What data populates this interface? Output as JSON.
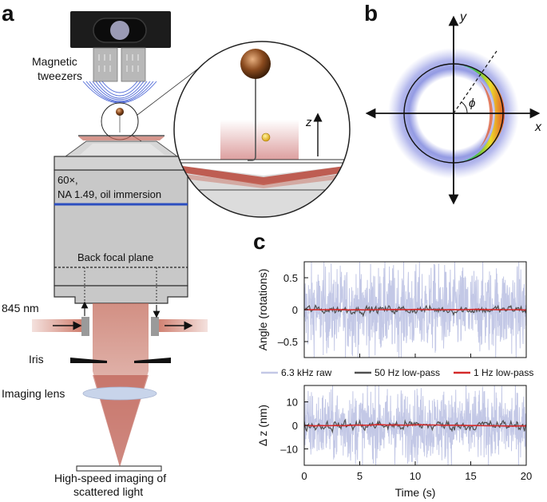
{
  "panels": {
    "a": {
      "letter": "a",
      "tweezers_label_line1": "Magnetic",
      "tweezers_label_line2": "tweezers",
      "z_axis_label": "z",
      "objective_line1": "60×,",
      "objective_line2": "NA 1.49, oil immersion",
      "back_focal_plane": "Back focal plane",
      "wavelength": "845 nm",
      "iris": "Iris",
      "imaging_lens": "Imaging lens",
      "camera_line1": "High-speed imaging of",
      "camera_line2": "scattered light"
    },
    "b": {
      "letter": "b",
      "x_label": "x",
      "y_label": "y",
      "angle_label": "ϕ"
    },
    "c": {
      "letter": "c",
      "top_ylabel": "Angle (rotations)",
      "bottom_ylabel": "Δ z (nm)",
      "xlabel": "Time (s)",
      "legend": [
        "6.3 kHz raw",
        "50 Hz low-pass",
        "1 Hz low-pass"
      ]
    }
  },
  "colors": {
    "raw": "#c3c8e6",
    "lowpass50": "#505050",
    "lowpass1": "#d42a2a",
    "objective_gray": "#c8c8c8",
    "laser": "#b5473a"
  },
  "chart_data": [
    {
      "type": "line",
      "title": "",
      "xlabel": "",
      "ylabel": "Angle (rotations)",
      "xlim": [
        0,
        20
      ],
      "ylim": [
        -0.75,
        0.75
      ],
      "yticks": [
        -0.5,
        0,
        0.5
      ],
      "ytick_labels": [
        "–0.5",
        "0",
        "0.5"
      ],
      "xticks": [
        0,
        5,
        10,
        15,
        20
      ],
      "show_xtick_labels": false,
      "series": [
        {
          "name": "6.3 kHz raw",
          "center": 0,
          "amplitude": 0.75
        },
        {
          "name": "50 Hz low-pass",
          "center": 0,
          "amplitude": 0.12
        },
        {
          "name": "1 Hz low-pass",
          "center": 0,
          "amplitude": 0.02
        }
      ]
    },
    {
      "type": "line",
      "title": "",
      "xlabel": "Time (s)",
      "ylabel": "Δ z (nm)",
      "xlim": [
        0,
        20
      ],
      "ylim": [
        -17,
        17
      ],
      "yticks": [
        -10,
        0,
        10
      ],
      "ytick_labels": [
        "–10",
        "0",
        "10"
      ],
      "xticks": [
        0,
        5,
        10,
        15,
        20
      ],
      "xtick_labels": [
        "0",
        "5",
        "10",
        "15",
        "20"
      ],
      "series": [
        {
          "name": "6.3 kHz raw",
          "center": 0,
          "amplitude": 17
        },
        {
          "name": "50 Hz low-pass",
          "center": 0,
          "amplitude": 4
        },
        {
          "name": "1 Hz low-pass",
          "center": 0,
          "amplitude": 1
        }
      ]
    }
  ]
}
